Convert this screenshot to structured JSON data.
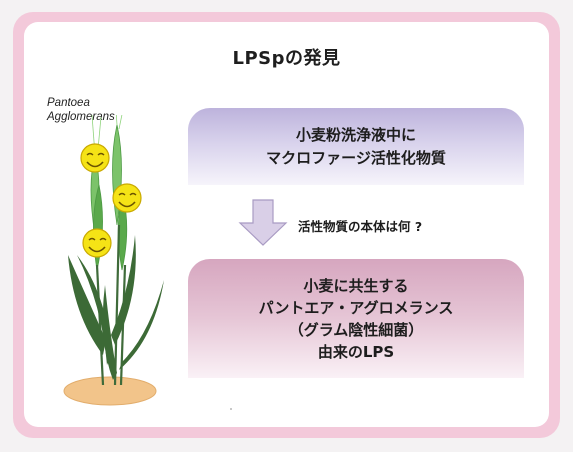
{
  "title": "LPSpの発見",
  "plant_label": {
    "line1": "Pantoea",
    "line2": "Agglomerans"
  },
  "box_top": {
    "line1": "小麦粉洗浄液中に",
    "line2": "マクロファージ活性化物質"
  },
  "question": "活性物質の本体は何 ?",
  "box_bottom": {
    "line1": "小麦に共生する",
    "line2": "パントエア・アグロメランス",
    "line3": "（グラム陰性細菌）",
    "line4": "由来のLPS"
  },
  "colors": {
    "frame": "#f3c9da",
    "box_top": "#bdb3dc",
    "box_bottom": "#d6a6bf",
    "arrow": "#d9cfe7",
    "smiley": "#f5e316",
    "ground": "#f2c48a",
    "stem": "#3f6b3a",
    "ear": "#6fbf5a"
  }
}
